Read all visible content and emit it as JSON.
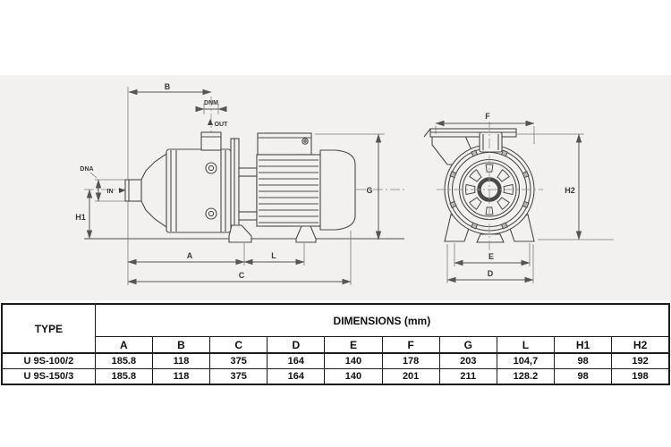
{
  "drawing": {
    "colors": {
      "panel_bg": "#f2f1ef",
      "line": "#4a4a4a"
    },
    "labels": {
      "b": "B",
      "dnm": "DNM",
      "out": "OUT",
      "dna": "DNA",
      "in": "IN",
      "h1": "H1",
      "a": "A",
      "l": "L",
      "c": "C",
      "g": "G",
      "f": "F",
      "h2": "H2",
      "e": "E",
      "d": "D"
    }
  },
  "table": {
    "type_header": "TYPE",
    "dimensions_header": "DIMENSIONS (mm)",
    "columns": [
      "A",
      "B",
      "C",
      "D",
      "E",
      "F",
      "G",
      "L",
      "H1",
      "H2"
    ],
    "rows": [
      {
        "type": "U 9S-100/2",
        "values": [
          "185.8",
          "118",
          "375",
          "164",
          "140",
          "178",
          "203",
          "104,7",
          "98",
          "192"
        ]
      },
      {
        "type": "U 9S-150/3",
        "values": [
          "185.8",
          "118",
          "375",
          "164",
          "140",
          "201",
          "211",
          "128.2",
          "98",
          "198"
        ]
      }
    ]
  }
}
